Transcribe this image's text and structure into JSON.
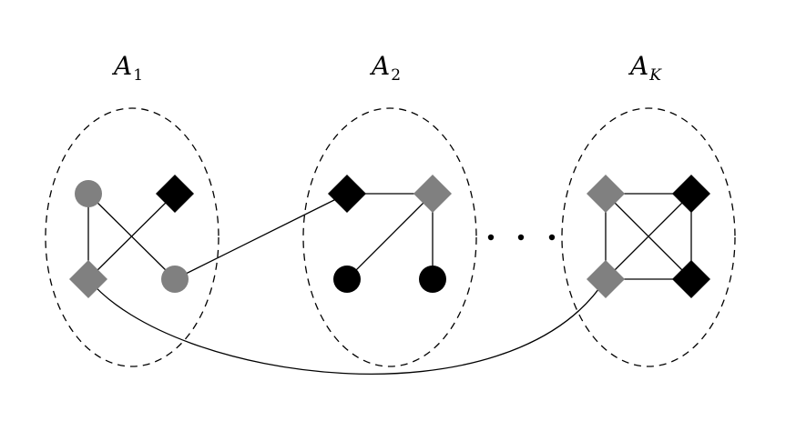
{
  "diagram": {
    "colors": {
      "gray": "#808080",
      "black": "#000000"
    },
    "clusters": [
      {
        "id": "A1",
        "label_base": "A",
        "label_sub": "1",
        "sub_italic": false
      },
      {
        "id": "A2",
        "label_base": "A",
        "label_sub": "2",
        "sub_italic": false
      },
      {
        "id": "AK",
        "label_base": "A",
        "label_sub": "K",
        "sub_italic": true
      }
    ],
    "nodes": [
      {
        "id": "a1-tl",
        "cluster": "A1",
        "shape": "circle",
        "color": "gray"
      },
      {
        "id": "a1-tr",
        "cluster": "A1",
        "shape": "diamond",
        "color": "black"
      },
      {
        "id": "a1-bl",
        "cluster": "A1",
        "shape": "diamond",
        "color": "gray"
      },
      {
        "id": "a1-br",
        "cluster": "A1",
        "shape": "circle",
        "color": "gray"
      },
      {
        "id": "a2-tl",
        "cluster": "A2",
        "shape": "diamond",
        "color": "black"
      },
      {
        "id": "a2-tr",
        "cluster": "A2",
        "shape": "diamond",
        "color": "gray"
      },
      {
        "id": "a2-bl",
        "cluster": "A2",
        "shape": "circle",
        "color": "black"
      },
      {
        "id": "a2-br",
        "cluster": "A2",
        "shape": "circle",
        "color": "black"
      },
      {
        "id": "ak-tl",
        "cluster": "AK",
        "shape": "diamond",
        "color": "gray"
      },
      {
        "id": "ak-tr",
        "cluster": "AK",
        "shape": "diamond",
        "color": "black"
      },
      {
        "id": "ak-bl",
        "cluster": "AK",
        "shape": "diamond",
        "color": "gray"
      },
      {
        "id": "ak-br",
        "cluster": "AK",
        "shape": "diamond",
        "color": "black"
      }
    ],
    "edges": [
      [
        "a1-tl",
        "a1-bl"
      ],
      [
        "a1-tl",
        "a1-br"
      ],
      [
        "a1-tr",
        "a1-bl"
      ],
      [
        "a1-br",
        "a2-tl"
      ],
      [
        "a2-tl",
        "a2-tr"
      ],
      [
        "a2-tr",
        "a2-bl"
      ],
      [
        "a2-tr",
        "a2-br"
      ],
      [
        "ak-tl",
        "ak-tr"
      ],
      [
        "ak-tl",
        "ak-bl"
      ],
      [
        "ak-tl",
        "ak-br"
      ],
      [
        "ak-tr",
        "ak-bl"
      ],
      [
        "ak-tr",
        "ak-br"
      ],
      [
        "ak-bl",
        "ak-br"
      ],
      [
        "a1-bl",
        "ak-bl"
      ]
    ],
    "ellipsis": "dots"
  }
}
